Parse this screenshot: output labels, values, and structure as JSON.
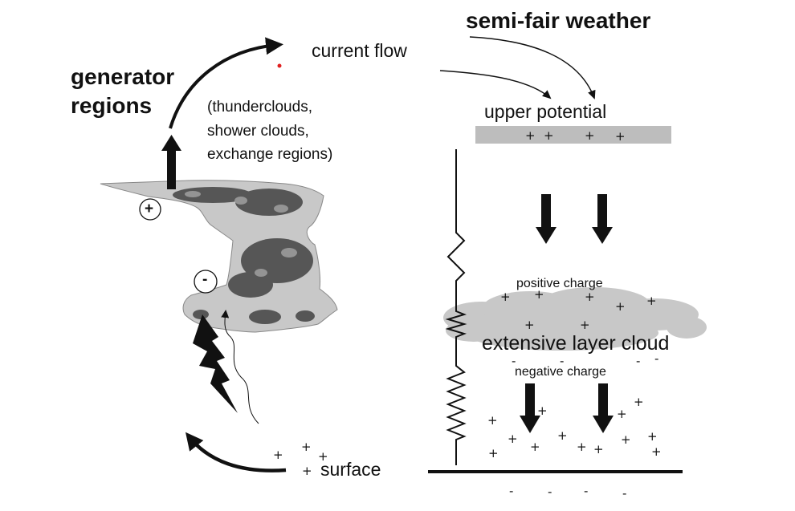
{
  "labels": {
    "semi_fair_weather": "semi-fair weather",
    "current_flow": "current flow",
    "generator_regions": "generator regions",
    "generator_examples": [
      "(thunderclouds,",
      "shower clouds,",
      "exchange regions)"
    ],
    "upper_potential": "upper potential",
    "positive_charge": "positive charge",
    "extensive_layer_cloud": "extensive layer cloud",
    "negative_charge": "negative charge",
    "surface": "surface"
  },
  "cloud_symbols": {
    "positive": "+",
    "negative": "-"
  },
  "charge_symbols": {
    "plus": "+",
    "minus": "-"
  },
  "colors": {
    "cloud_gray": "#c8c8c8",
    "upper_plate_gray": "#bdbdbd",
    "ink": "#111111",
    "red_dot": "#e02020"
  }
}
